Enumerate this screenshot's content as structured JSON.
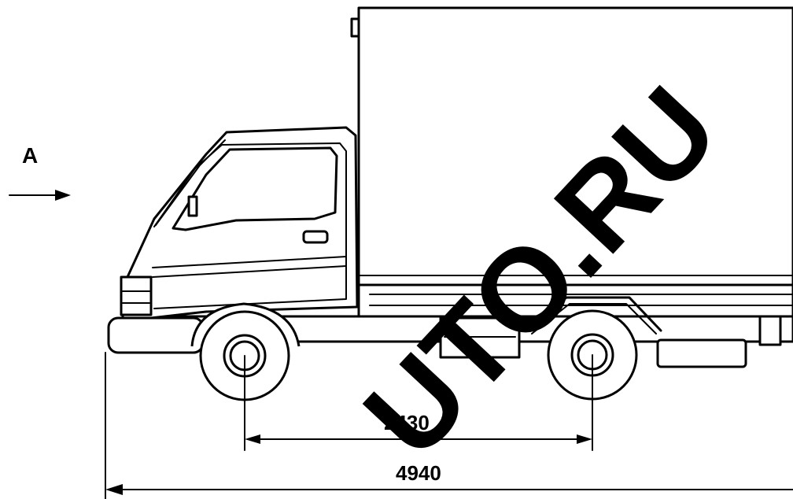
{
  "view": {
    "label": "A"
  },
  "dimensions": {
    "wheelbase": "2430",
    "overall_length": "4940"
  },
  "watermark": {
    "text": "UTO.RU"
  },
  "colors": {
    "ink": "#000000",
    "paper": "#ffffff"
  }
}
